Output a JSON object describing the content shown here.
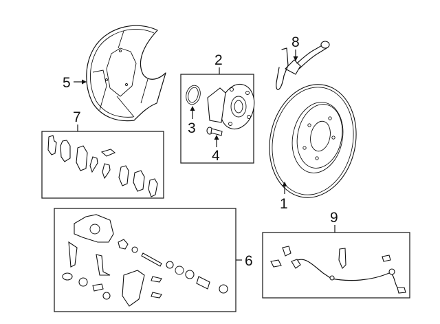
{
  "diagram": {
    "title": "",
    "type": "exploded-parts-diagram",
    "callouts": [
      {
        "id": "1",
        "label": "1",
        "part": "brake-rotor"
      },
      {
        "id": "2",
        "label": "2",
        "part": "hub-bearing-assembly"
      },
      {
        "id": "3",
        "label": "3",
        "part": "o-ring"
      },
      {
        "id": "4",
        "label": "4",
        "part": "hub-bolt"
      },
      {
        "id": "5",
        "label": "5",
        "part": "splash-shield"
      },
      {
        "id": "6",
        "label": "6",
        "part": "caliper-assembly-kit"
      },
      {
        "id": "7",
        "label": "7",
        "part": "brake-pad-set"
      },
      {
        "id": "8",
        "label": "8",
        "part": "brake-hose"
      },
      {
        "id": "9",
        "label": "9",
        "part": "abs-wheel-speed-sensor"
      }
    ]
  }
}
